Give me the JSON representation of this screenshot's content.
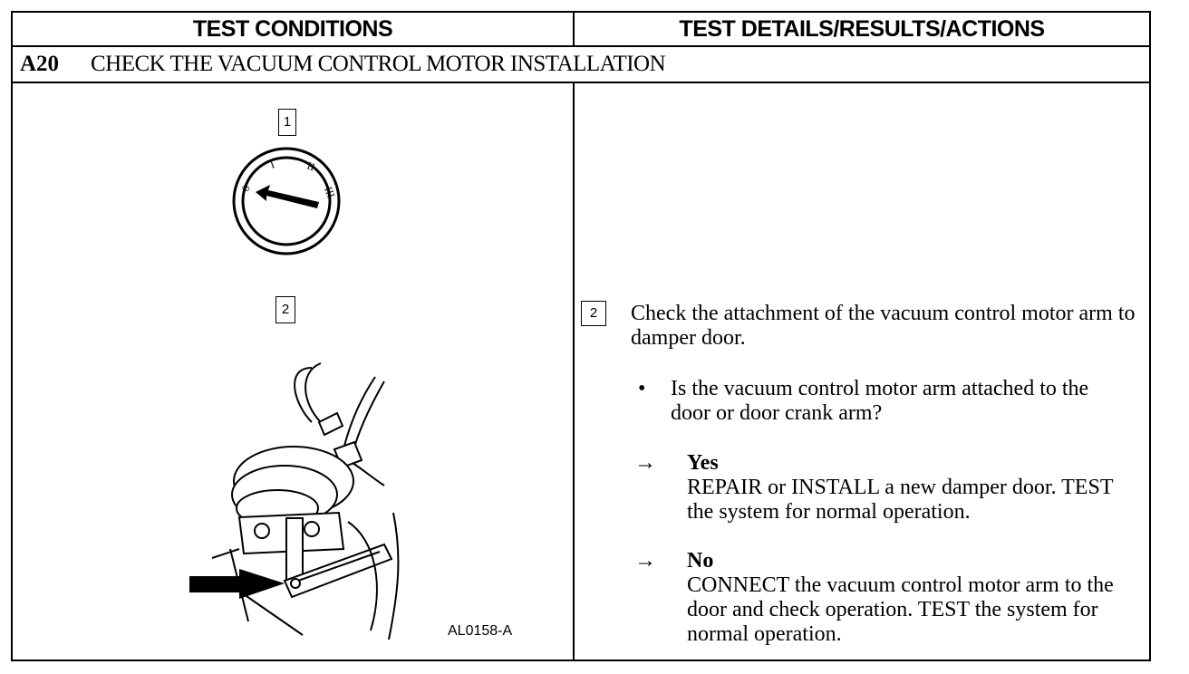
{
  "header": {
    "left": "TEST CONDITIONS",
    "right": "TEST DETAILS/RESULTS/ACTIONS"
  },
  "step": {
    "id": "A20",
    "title": "CHECK THE VACUUM CONTROL MOTOR INSTALLATION"
  },
  "figure": {
    "label_1": "1",
    "label_2": "2",
    "dial_marks": [
      "0",
      "I",
      "II",
      "III"
    ],
    "code": "AL0158-A"
  },
  "details": {
    "step_label": "2",
    "instruction": "Check the attachment of the vacuum control motor arm to damper door.",
    "bullet": "•",
    "question": "Is the vacuum control motor arm attached to the door or door crank arm?",
    "arrow": "→",
    "answers": [
      {
        "label": "Yes",
        "action": "REPAIR or INSTALL a new damper door. TEST the system for normal operation."
      },
      {
        "label": "No",
        "action": "CONNECT the vacuum control motor arm to the door and check operation. TEST the system for normal operation."
      }
    ]
  }
}
